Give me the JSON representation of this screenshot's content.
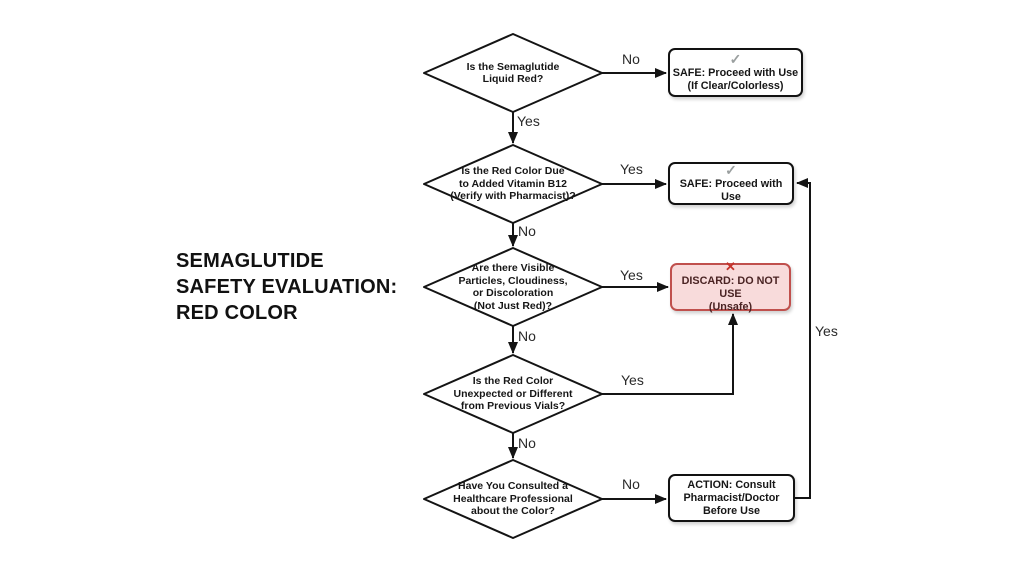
{
  "title": {
    "text": "SEMAGLUTIDE\nSAFETY EVALUATION:\nRED COLOR"
  },
  "flowchart": {
    "decisions": [
      {
        "id": "q1",
        "label": "Is the Semaglutide\nLiquid Red?"
      },
      {
        "id": "q2",
        "label": "Is the Red Color Due\nto Added Vitamin B12\n(Verify with Pharmacist)?"
      },
      {
        "id": "q3",
        "label": "Are there Visible\nParticles, Cloudiness,\nor Discoloration\n(Not Just Red)?"
      },
      {
        "id": "q4",
        "label": "Is the Red Color\nUnexpected or Different\nfrom Previous Vials?"
      },
      {
        "id": "q5",
        "label": "Have You Consulted a\nHealthcare Professional\nabout the Color?"
      }
    ],
    "results": [
      {
        "id": "safe1",
        "label": "SAFE: Proceed with Use\n(If Clear/Colorless)",
        "icon": "check-icon",
        "glyph": "✓",
        "variant": "safe"
      },
      {
        "id": "safe2",
        "label": "SAFE: Proceed with Use",
        "icon": "check-icon",
        "glyph": "✓",
        "variant": "safe"
      },
      {
        "id": "discard",
        "label": "DISCARD: DO NOT USE\n(Unsafe)",
        "icon": "x-icon",
        "glyph": "✕",
        "variant": "danger"
      },
      {
        "id": "action",
        "label": "ACTION: Consult\nPharmacist/Doctor\nBefore Use",
        "icon": "",
        "glyph": "",
        "variant": "neutral"
      }
    ],
    "edges": [
      {
        "from": "q1",
        "to": "safe1",
        "label": "No"
      },
      {
        "from": "q1",
        "to": "q2",
        "label": "Yes"
      },
      {
        "from": "q2",
        "to": "safe2",
        "label": "Yes"
      },
      {
        "from": "q2",
        "to": "q3",
        "label": "No"
      },
      {
        "from": "q3",
        "to": "discard",
        "label": "Yes"
      },
      {
        "from": "q3",
        "to": "q4",
        "label": "No"
      },
      {
        "from": "q4",
        "to": "discard",
        "label": "Yes"
      },
      {
        "from": "q4",
        "to": "q5",
        "label": "No"
      },
      {
        "from": "q5",
        "to": "action",
        "label": "No"
      },
      {
        "from": "action",
        "to": "safe2",
        "label": "Yes"
      }
    ]
  },
  "colors": {
    "line": "#141414",
    "diamond_fill": "#ffffff",
    "danger_border": "#c0504d",
    "danger_fill": "#f8dbdb",
    "danger_text": "#4a2323",
    "x_icon": "#c5332b",
    "check_icon": "#9a9f9f"
  }
}
